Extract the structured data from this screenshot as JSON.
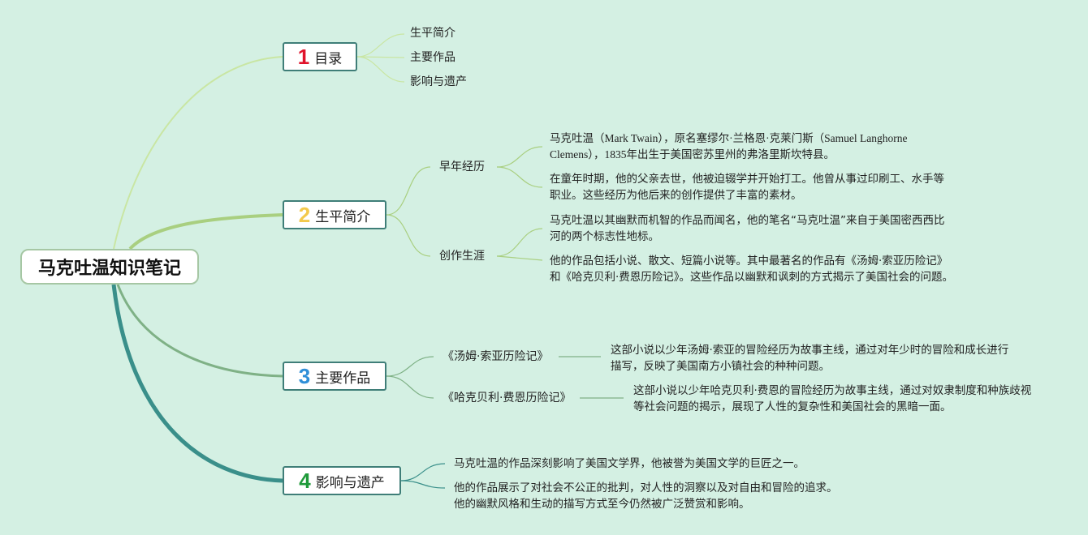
{
  "root": {
    "title": "马克吐温知识笔记"
  },
  "branches": [
    {
      "number": "1",
      "label": "目录",
      "color": "#e0142c"
    },
    {
      "number": "2",
      "label": "生平简介",
      "color": "#f3c94b"
    },
    {
      "number": "3",
      "label": "主要作品",
      "color": "#2f8fd8"
    },
    {
      "number": "4",
      "label": "影响与遗产",
      "color": "#1f9a3a"
    }
  ],
  "toc": [
    "生平简介",
    "主要作品",
    "影响与遗产"
  ],
  "biography": {
    "early": {
      "label": "早年经历",
      "p1": "马克吐温（Mark Twain），原名塞缪尔·兰格恩·克莱门斯（Samuel Langhorne Clemens），1835年出生于美国密苏里州的弗洛里斯坎特县。",
      "p2": "在童年时期，他的父亲去世，他被迫辍学并开始打工。他曾从事过印刷工、水手等职业。这些经历为他后来的创作提供了丰富的素材。"
    },
    "career": {
      "label": "创作生涯",
      "p1": "马克吐温以其幽默而机智的作品而闻名，他的笔名“马克吐温”来自于美国密西西比河的两个标志性地标。",
      "p2": "他的作品包括小说、散文、短篇小说等。其中最著名的作品有《汤姆·索亚历险记》和《哈克贝利·费恩历险记》。这些作品以幽默和讽刺的方式揭示了美国社会的问题。"
    }
  },
  "works": [
    {
      "title": "《汤姆·索亚历险记》",
      "desc": "这部小说以少年汤姆·索亚的冒险经历为故事主线，通过对年少时的冒险和成长进行描写，反映了美国南方小镇社会的种种问题。"
    },
    {
      "title": "《哈克贝利·费恩历险记》",
      "desc": "这部小说以少年哈克贝利·费恩的冒险经历为故事主线，通过对奴隶制度和种族歧视等社会问题的揭示，展现了人性的复杂性和美国社会的黑暗一面。"
    }
  ],
  "legacy": {
    "p1": "马克吐温的作品深刻影响了美国文学界，他被誉为美国文学的巨匠之一。",
    "p2": "他的作品展示了对社会不公正的批判，对人性的洞察以及对自由和冒险的追求。他的幽默风格和生动的描写方式至今仍然被广泛赞赏和影响。"
  },
  "colors": {
    "background": "#d4f0e3",
    "line_b1": "#c9e6a3",
    "line_b2": "#a9cf80",
    "line_b3": "#7fb186",
    "line_b4": "#3a8f8a"
  }
}
